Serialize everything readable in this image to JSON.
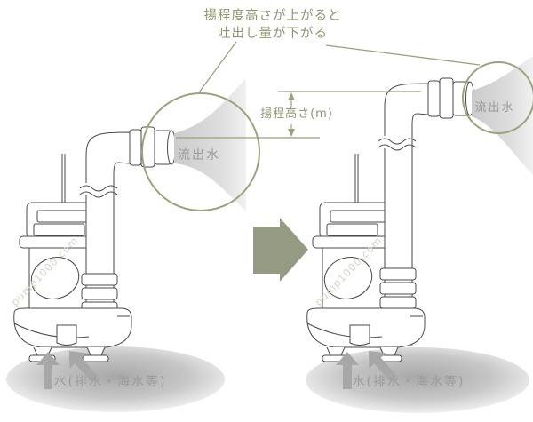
{
  "annotation": {
    "line1": "揚程度高さが上がると",
    "line2": "吐出し量が下がる"
  },
  "dimension_label": "揚程高さ(m)",
  "left": {
    "outflow": "流出水",
    "water": "水(排水・海水等)",
    "watermark": "pump1000.com"
  },
  "right": {
    "outflow": "流出水",
    "water": "水(排水・海水等)",
    "watermark": "pump1000.com"
  },
  "colors": {
    "olive": "#8f9572",
    "olive_line": "#99a07e",
    "olive_arrow": "#959a82",
    "gray_text": "#9b9b9b",
    "gray_arrow": "#a7a7a7",
    "watermark": "#d9d6c6"
  }
}
